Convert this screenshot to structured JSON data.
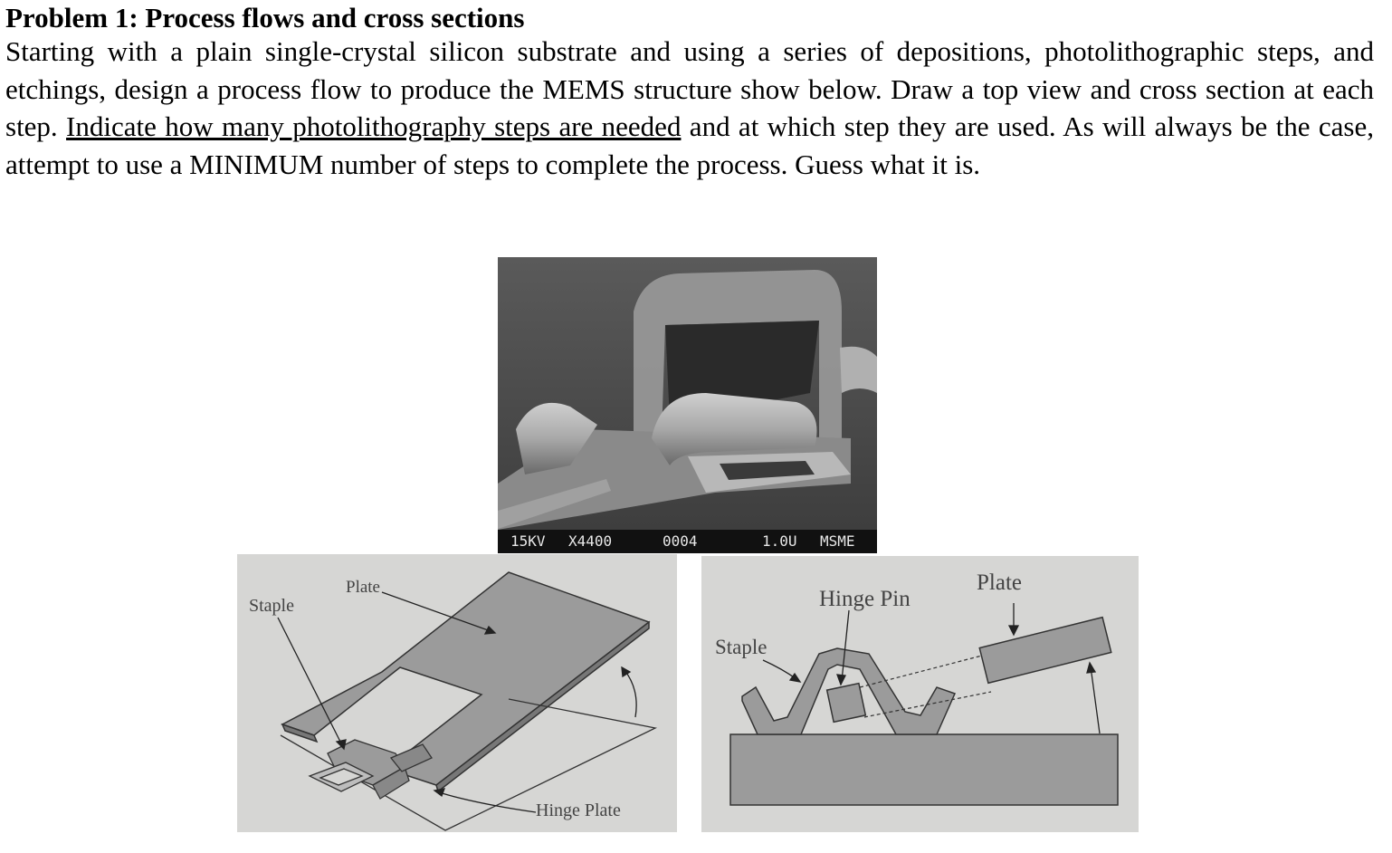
{
  "problem": {
    "heading": "Problem 1: Process flows and cross sections",
    "para_1": "Starting with a plain single-crystal silicon substrate and using a series of depositions, photolithographic steps, and etchings, design a process flow to produce the MEMS structure show below.  Draw a top view and cross section at each step. ",
    "para_underlined": "Indicate how many photolithography steps are needed",
    "para_2": " and at which step they are used.  As will always be the case, attempt to use a MINIMUM number of steps to complete the process.  Guess what it is."
  },
  "sem_image": {
    "voltage": "15KV",
    "magnification": "X4400",
    "frame": "0004",
    "scale": "1.0U",
    "lab": "MSME"
  },
  "isometric_diagram": {
    "label_staple": "Staple",
    "label_plate": "Plate",
    "label_hinge_plate": "Hinge Plate"
  },
  "cross_section_diagram": {
    "label_hinge_pin": "Hinge Pin",
    "label_plate": "Plate",
    "label_staple": "Staple"
  }
}
